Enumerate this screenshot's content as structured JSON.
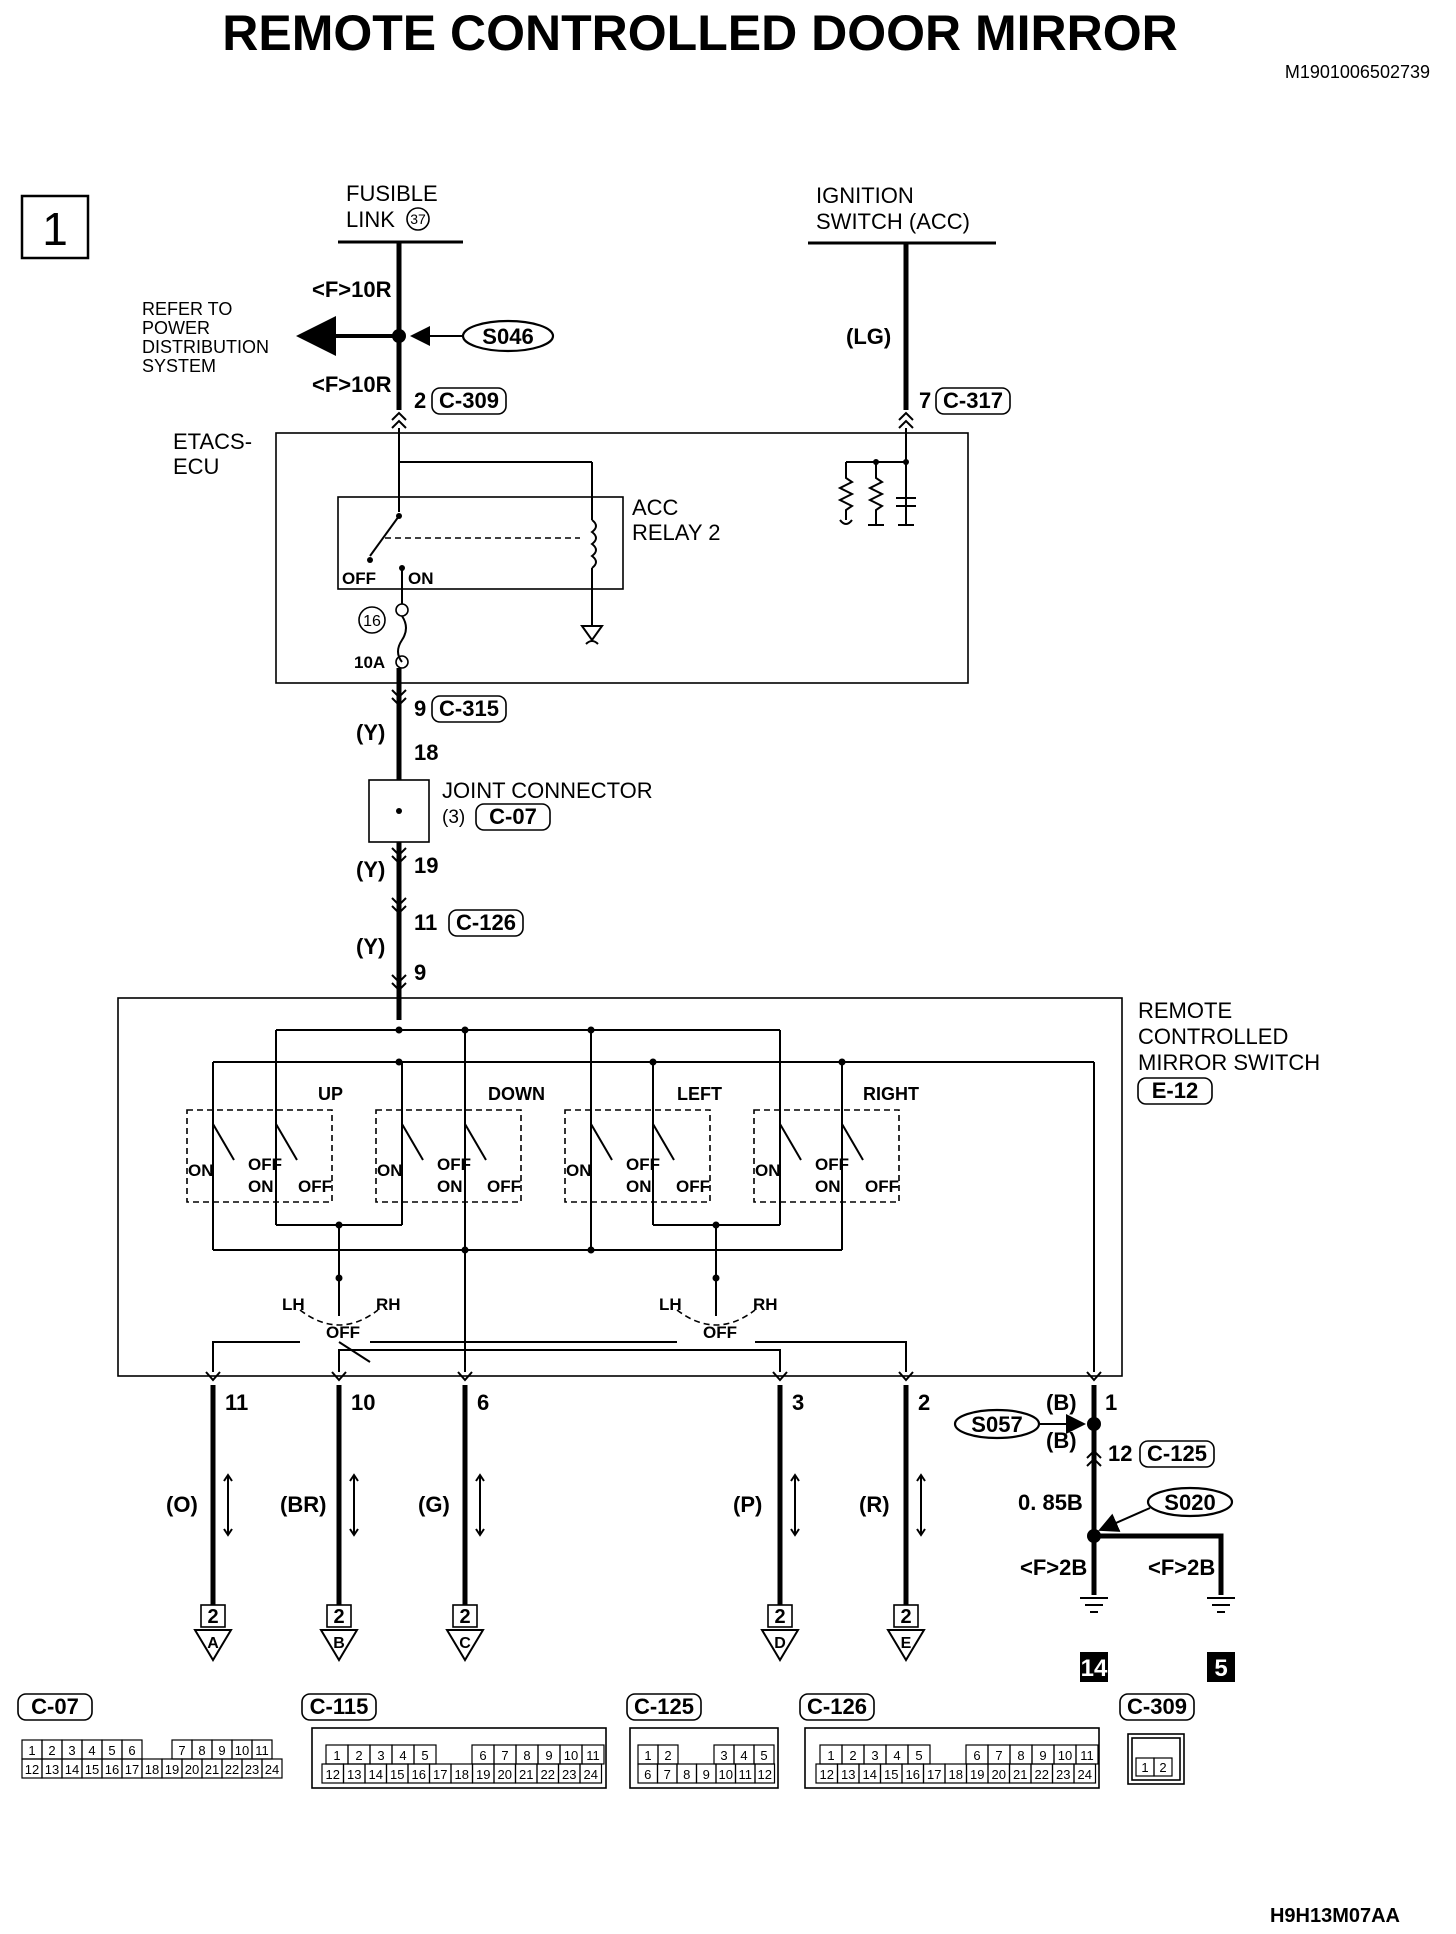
{
  "title": "REMOTE CONTROLLED DOOR MIRROR",
  "doc_code": "M1901006502739",
  "footer_code": "H9H13M07AA",
  "page_number": "1",
  "fusible_link": {
    "label_line1": "FUSIBLE",
    "label_line2": "LINK",
    "number": "37"
  },
  "ignition_switch": {
    "label_line1": "IGNITION",
    "label_line2": "SWITCH (ACC)"
  },
  "refer_to": [
    "REFER TO",
    "POWER",
    "DISTRIBUTION",
    "SYSTEM"
  ],
  "splices": {
    "s046": "S046",
    "s057": "S057",
    "s020": "S020"
  },
  "etacs": {
    "label_line1": "ETACS-",
    "label_line2": "ECU",
    "relay_line1": "ACC",
    "relay_line2": "RELAY 2",
    "relay_off": "OFF",
    "relay_on": "ON",
    "fuse_number": "16",
    "fuse_rating": "10A"
  },
  "wires": {
    "f10r_top": "<F>10R",
    "f10r_bottom": "<F>10R",
    "lg": "(LG)",
    "y1": "(Y)",
    "y2": "(Y)",
    "y3": "(Y)",
    "o": "(O)",
    "br": "(BR)",
    "g": "(G)",
    "p": "(P)",
    "r": "(R)",
    "b1": "(B)",
    "b2": "(B)",
    "b085": "0. 85B",
    "f2b_left": "<F>2B",
    "f2b_right": "<F>2B"
  },
  "connectors": {
    "c309": "C-309",
    "c317": "C-317",
    "c315": "C-315",
    "c07": "C-07",
    "c126": "C-126",
    "c125": "C-125",
    "e12": "E-12",
    "c115": "C-115"
  },
  "pins": {
    "p2_c309": "2",
    "p7_c317": "7",
    "p9_c315": "9",
    "p18": "18",
    "p19": "19",
    "p11_c126": "11",
    "p9_sw": "9",
    "p11": "11",
    "p10": "10",
    "p6": "6",
    "p3": "3",
    "p2": "2",
    "p1": "1",
    "p12_c125": "12"
  },
  "joint_connector": {
    "label": "JOINT CONNECTOR",
    "number": "(3)"
  },
  "mirror_switch": {
    "label_line1": "REMOTE",
    "label_line2": "CONTROLLED",
    "label_line3": "MIRROR SWITCH",
    "up": "UP",
    "down": "DOWN",
    "left": "LEFT",
    "right": "RIGHT",
    "on": "ON",
    "off": "OFF",
    "lh": "LH",
    "rh": "RH"
  },
  "destinations": {
    "a": "A",
    "b": "B",
    "c": "C",
    "d": "D",
    "e": "E",
    "sheet": "2"
  },
  "grounds": {
    "g14": "14",
    "g5": "5"
  },
  "connector_views": {
    "c07": {
      "name": "C-07",
      "row1": [
        "1",
        "2",
        "3",
        "4",
        "5",
        "6",
        "7",
        "8",
        "9",
        "10",
        "11"
      ],
      "row2": [
        "12",
        "13",
        "14",
        "15",
        "16",
        "17",
        "18",
        "19",
        "20",
        "21",
        "22",
        "23",
        "24"
      ]
    },
    "c115": {
      "name": "C-115",
      "row1": [
        "1",
        "2",
        "3",
        "4",
        "5",
        "6",
        "7",
        "8",
        "9",
        "10",
        "11"
      ],
      "row2": [
        "12",
        "13",
        "14",
        "15",
        "16",
        "17",
        "18",
        "19",
        "20",
        "21",
        "22",
        "23",
        "24"
      ]
    },
    "c125": {
      "name": "C-125",
      "row1": [
        "1",
        "2",
        "3",
        "4",
        "5"
      ],
      "row2": [
        "6",
        "7",
        "8",
        "9",
        "10",
        "11",
        "12"
      ]
    },
    "c126": {
      "name": "C-126",
      "row1": [
        "1",
        "2",
        "3",
        "4",
        "5",
        "6",
        "7",
        "8",
        "9",
        "10",
        "11"
      ],
      "row2": [
        "12",
        "13",
        "14",
        "15",
        "16",
        "17",
        "18",
        "19",
        "20",
        "21",
        "22",
        "23",
        "24"
      ]
    },
    "c309": {
      "name": "C-309",
      "row1": [
        "1",
        "2"
      ]
    }
  }
}
